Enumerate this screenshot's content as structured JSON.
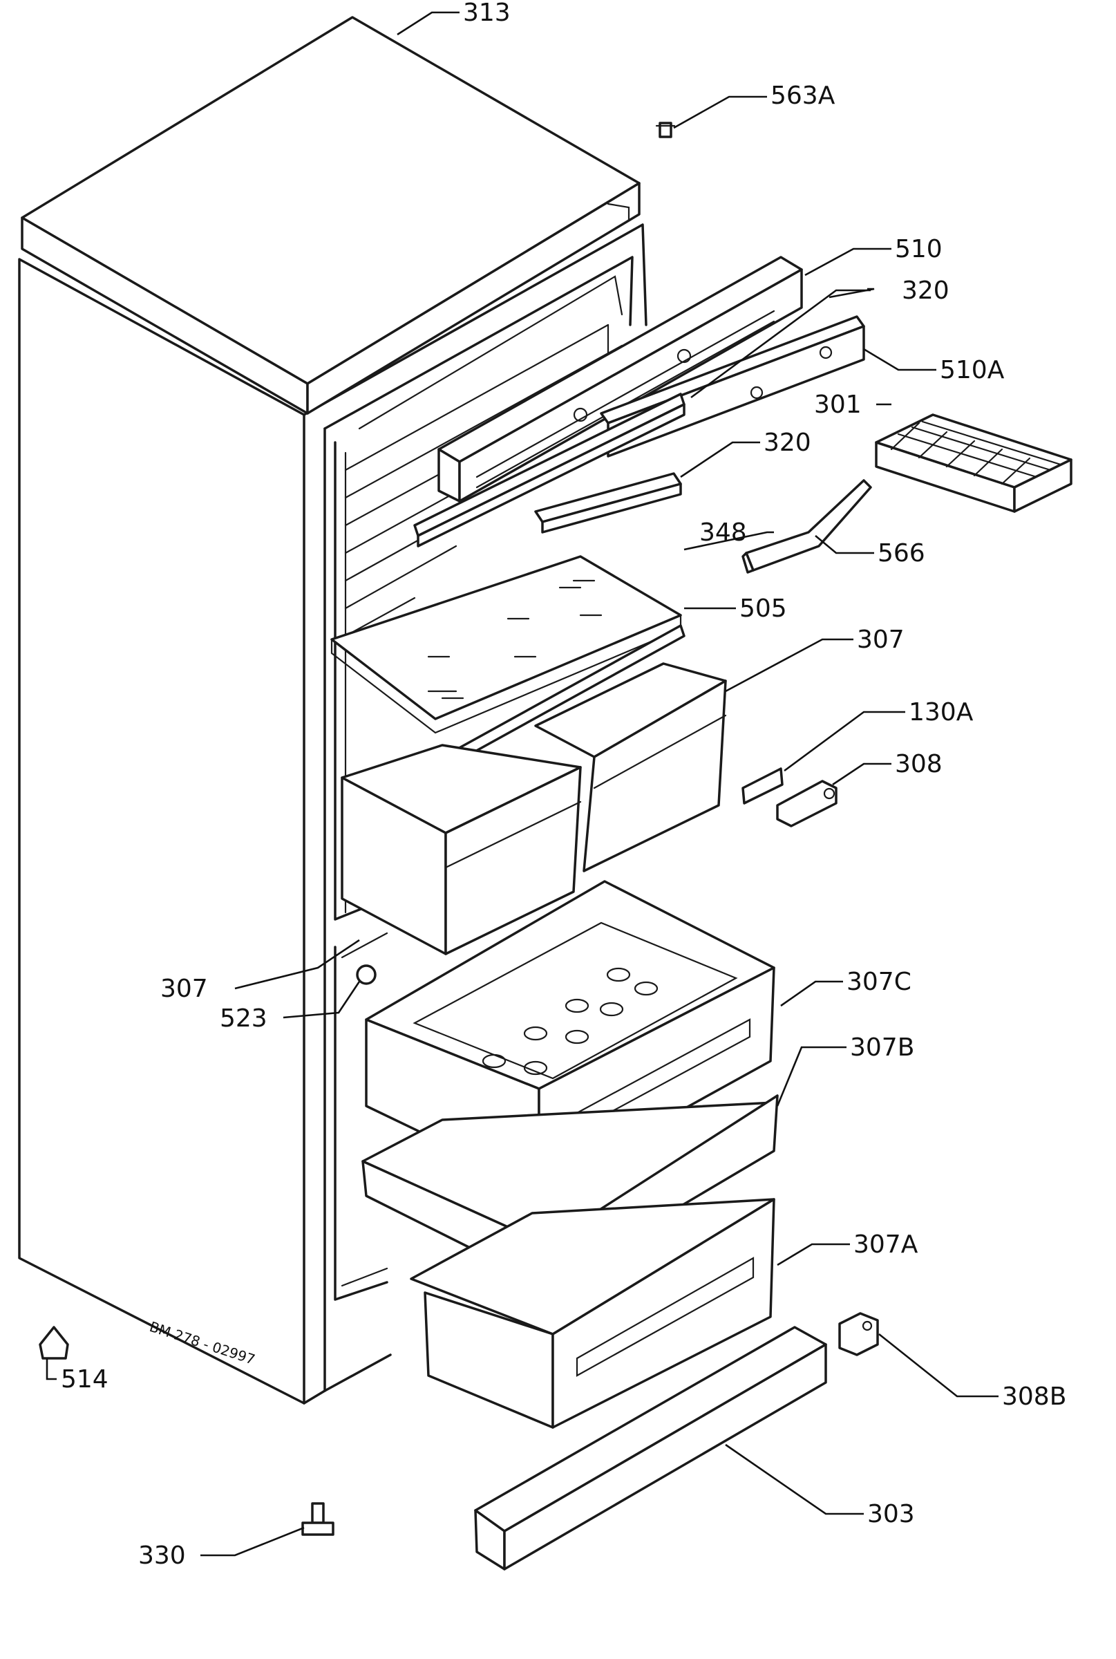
{
  "labels": {
    "p313": "313",
    "p563a": "563A",
    "p510": "510",
    "p320a": "320",
    "p510a": "510A",
    "p301": "301",
    "p320b": "320",
    "p348": "348",
    "p566": "566",
    "p505": "505",
    "p307r": "307",
    "p130a": "130A",
    "p308": "308",
    "p307l": "307",
    "p523": "523",
    "p307c": "307C",
    "p307b": "307B",
    "p307a": "307A",
    "p514": "514",
    "p308b": "308B",
    "p303": "303",
    "p330": "330"
  },
  "drawing_code": "BM 278 - 02997"
}
